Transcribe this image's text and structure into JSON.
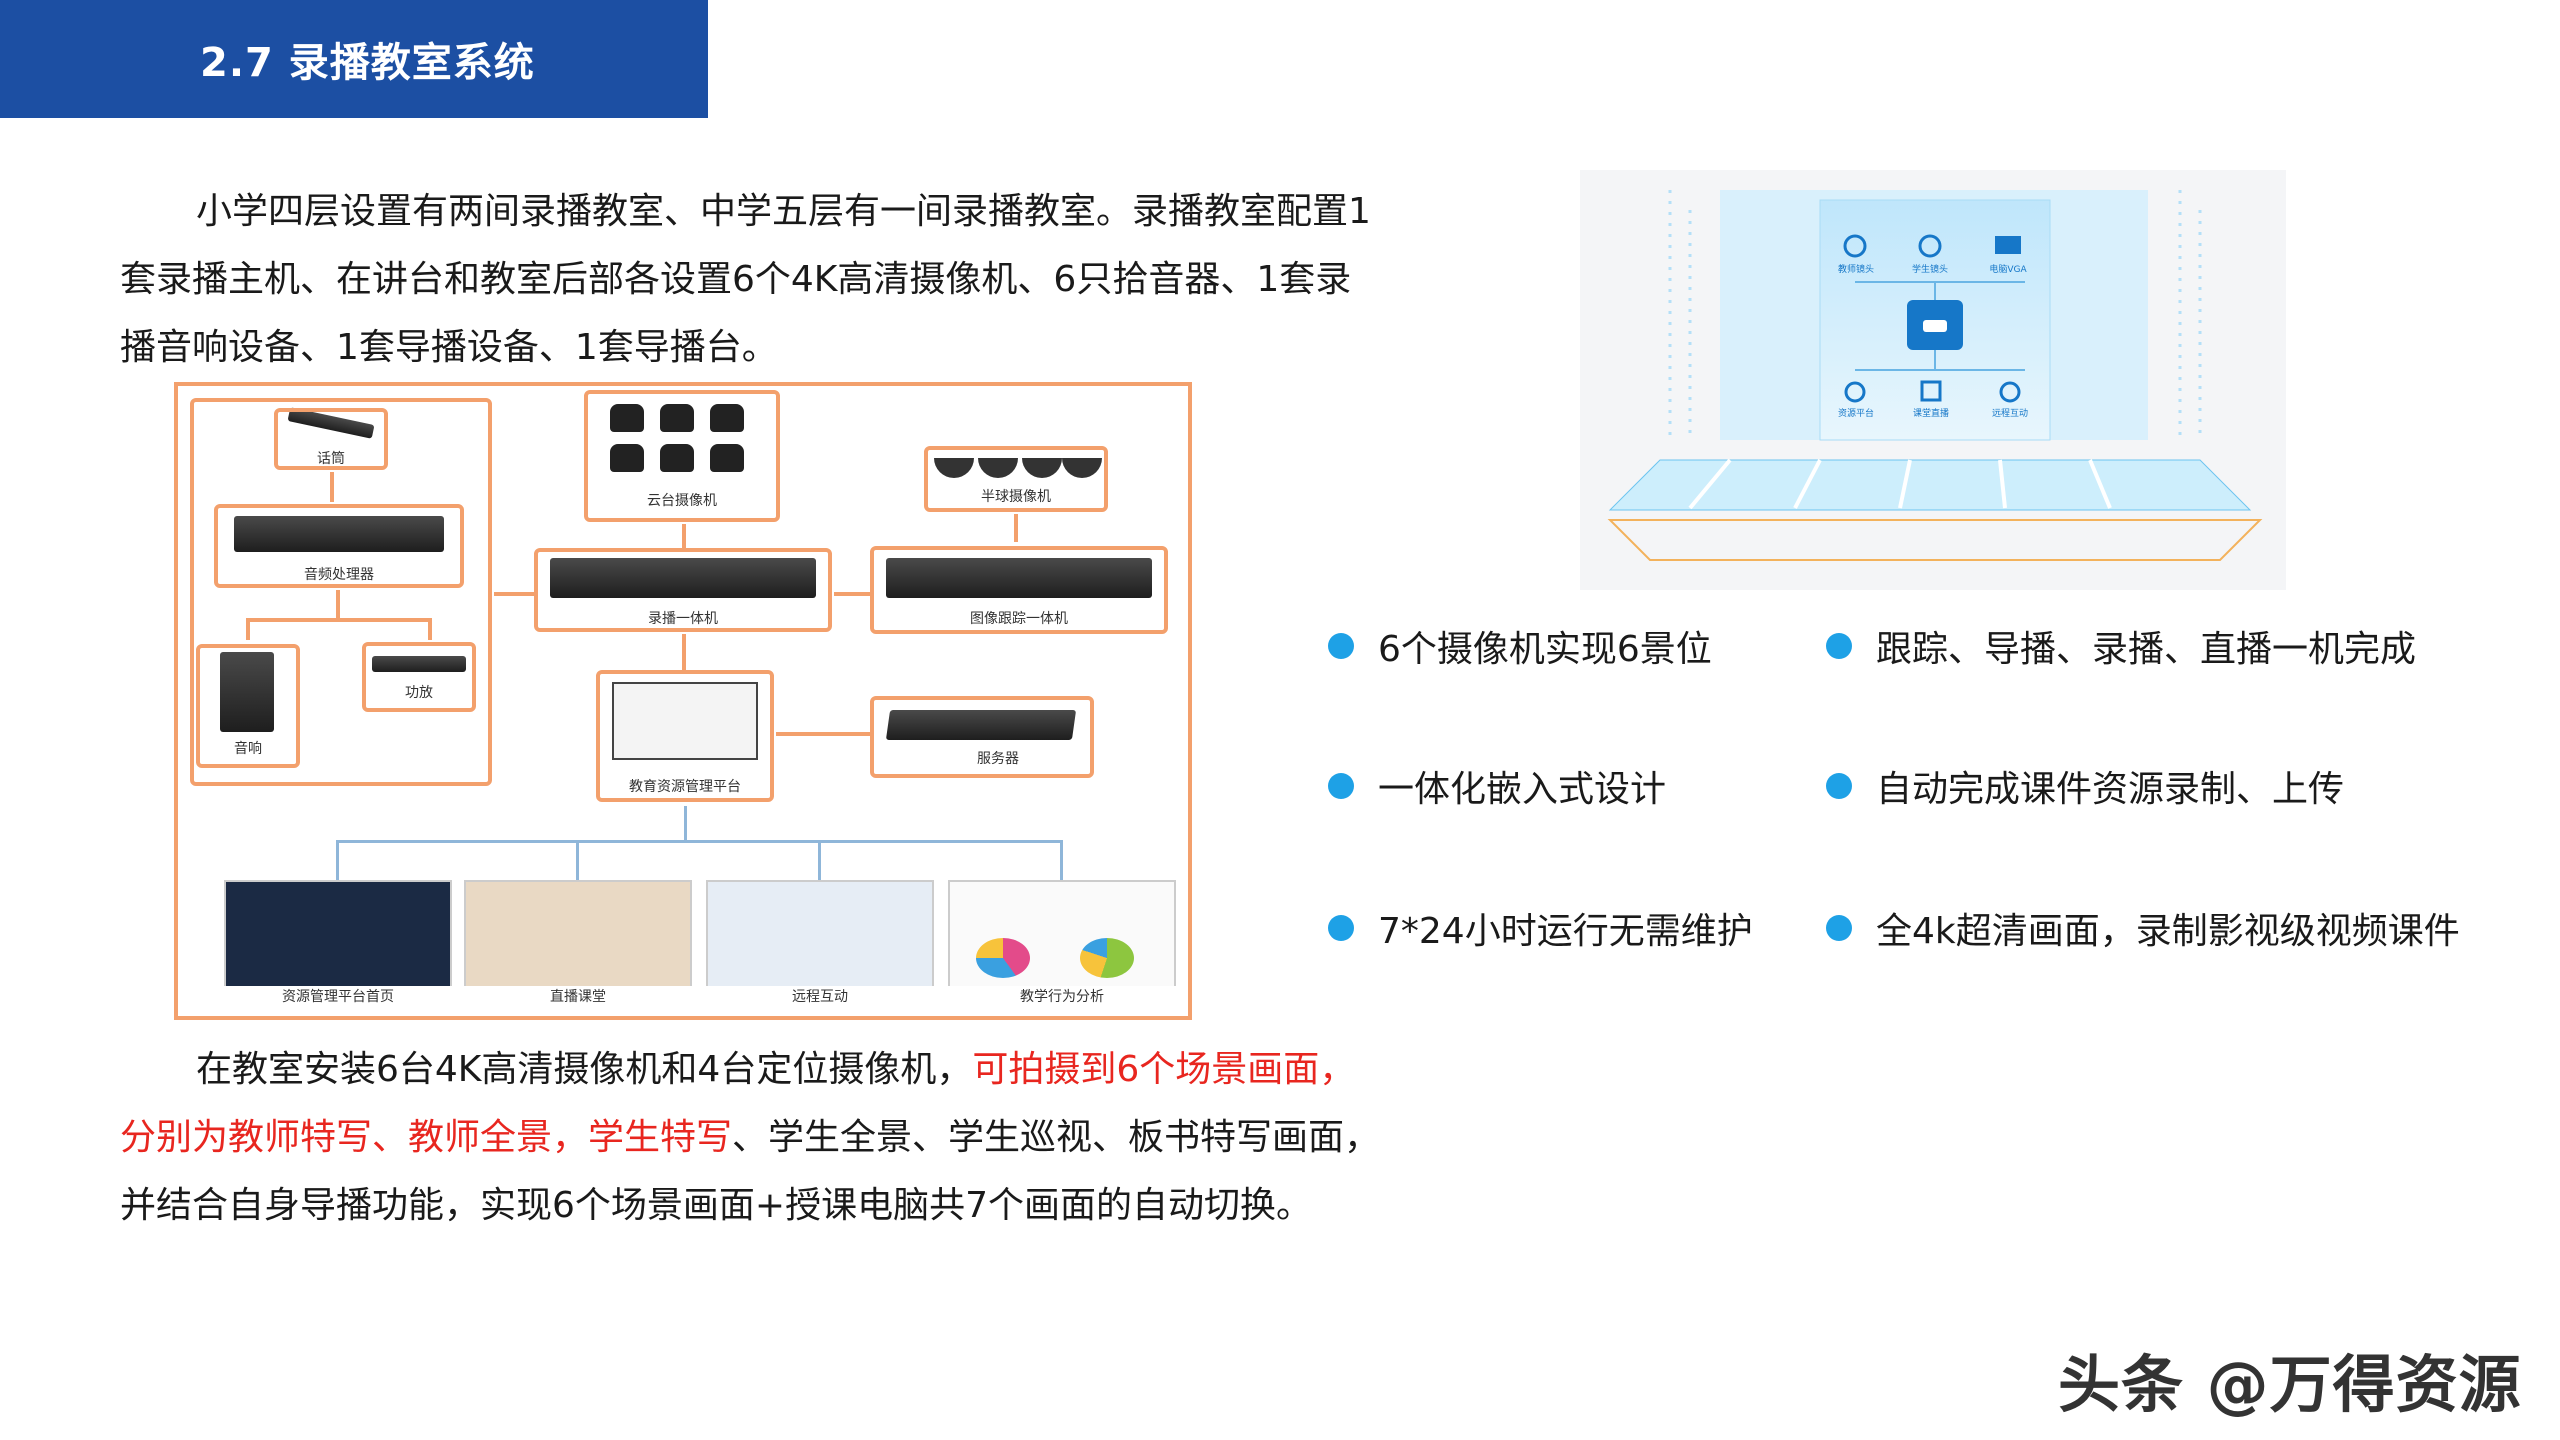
{
  "header": {
    "title": "2.7 录播教室系统"
  },
  "intro": {
    "text": "小学四层设置有两间录播教室、中学五层有一间录播教室。录播教室配置1套录播主机、在讲台和教室后部各设置6个4K高清摄像机、6只拾音器、1套录播音响设备、1套导播设备、1套导播台。"
  },
  "diagram": {
    "labels": {
      "mic": "话筒",
      "audio_processor": "音频处理器",
      "speaker": "音响",
      "amplifier": "功放",
      "ptz_camera": "云台摄像机",
      "recorder": "录播一体机",
      "dome_camera": "半球摄像机",
      "tracker": "图像跟踪一体机",
      "platform": "教育资源管理平台",
      "server": "服务器",
      "shot1": "资源管理平台首页",
      "shot2": "直播课堂",
      "shot3": "远程互动",
      "shot4": "教学行为分析"
    }
  },
  "illustration": {
    "top_icons": [
      "教师镜头",
      "学生镜头",
      "电脑VGA"
    ],
    "bottom_icons": [
      "资源平台",
      "课堂直播",
      "远程互动"
    ]
  },
  "features": [
    "6个摄像机实现6景位",
    "跟踪、导播、录播、直播一机完成",
    "一体化嵌入式设计",
    "自动完成课件资源录制、上传",
    "7*24小时运行无需维护",
    "全4k超清画面，录制影视级视频课件"
  ],
  "details": {
    "part1": "在教室安装6台4K高清摄像机和4台定位摄像机，",
    "part2_red": "可拍摄到6个场景画面，分别为教师特写、教师全景，学生特写",
    "part3": "、学生全景、学生巡视、板书特写画面，并结合自身导播功能，实现6个场景画面+授课电脑共7个画面的自动切换。"
  },
  "watermark": "头条 @万得资源",
  "colors": {
    "banner": "#1c4fa3",
    "bullet": "#1ea1e6",
    "highlight": "#e8261f",
    "diagram_border": "#f3a06c"
  }
}
